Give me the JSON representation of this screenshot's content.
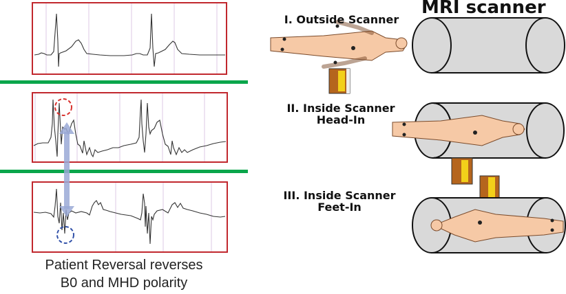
{
  "left_panel": {
    "traces": [
      {
        "name": "ecg-normal",
        "description": "Normal ECG outside scanner"
      },
      {
        "name": "ecg-head-in",
        "description": "ECG distorted by MHD effect, head-in"
      },
      {
        "name": "ecg-feet-in",
        "description": "ECG with reversed MHD polarity, feet-in"
      }
    ],
    "caption_line1": "Patient Reversal reverses",
    "caption_line2": "B0 and MHD polarity"
  },
  "right_panel": {
    "title": "MRI scanner",
    "stages": [
      {
        "label_line1": "I. Outside Scanner",
        "label_line2": ""
      },
      {
        "label_line1": "II. Inside Scanner",
        "label_line2": "Head-In"
      },
      {
        "label_line1": "III. Inside Scanner",
        "label_line2": "Feet-In"
      }
    ]
  },
  "colors": {
    "box_border": "#c1272d",
    "separator": "#0aa64b",
    "grid": "#d9c2e0",
    "arrow": "#9aa9d6",
    "red_marker": "#d9302c",
    "blue_marker": "#3050a8",
    "skin": "#f6c9a6",
    "scanner": "#d9d9d9",
    "monitor_body": "#b5651d",
    "monitor_panel": "#f2d01a"
  }
}
